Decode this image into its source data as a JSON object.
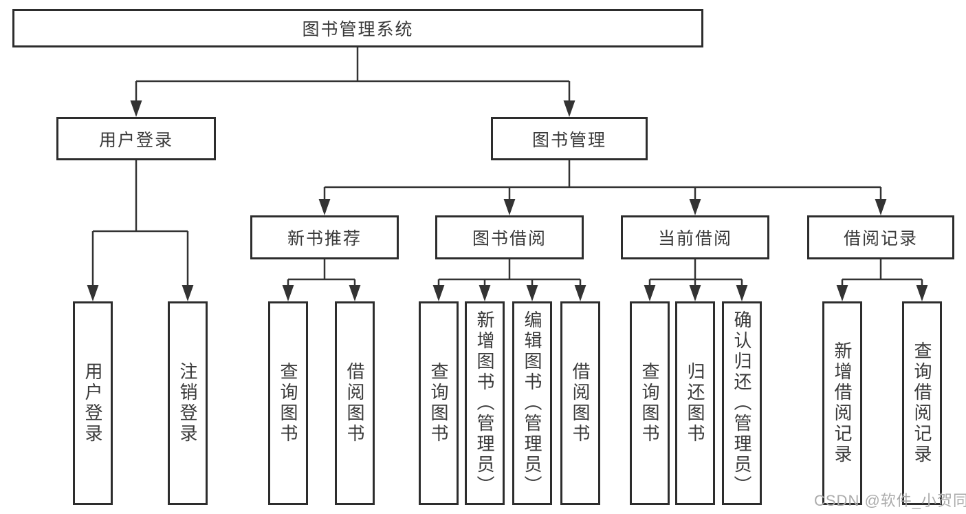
{
  "colors": {
    "line": "#333333",
    "box_border": "#2d2d2d",
    "text": "#3a3a3a",
    "background": "#ffffff",
    "watermark": "#ababab"
  },
  "watermark": {
    "text": "CSDN @软件_小贺同学"
  },
  "tree": {
    "root": {
      "label": "图书管理系统",
      "children": [
        {
          "label": "用户登录",
          "children": [
            {
              "label": "用户登录"
            },
            {
              "label": "注销登录"
            }
          ]
        },
        {
          "label": "图书管理",
          "children": [
            {
              "label": "新书推荐",
              "children": [
                {
                  "label": "查询图书"
                },
                {
                  "label": "借阅图书"
                }
              ]
            },
            {
              "label": "图书借阅",
              "children": [
                {
                  "label": "查询图书"
                },
                {
                  "label": "新增图书（管理员）"
                },
                {
                  "label": "编辑图书（管理员）"
                },
                {
                  "label": "借阅图书"
                }
              ]
            },
            {
              "label": "当前借阅",
              "children": [
                {
                  "label": "查询图书"
                },
                {
                  "label": "归还图书"
                },
                {
                  "label": "确认归还（管理员）"
                }
              ]
            },
            {
              "label": "借阅记录",
              "children": [
                {
                  "label": "新增借阅记录"
                },
                {
                  "label": "查询借阅记录"
                }
              ]
            }
          ]
        }
      ]
    }
  }
}
